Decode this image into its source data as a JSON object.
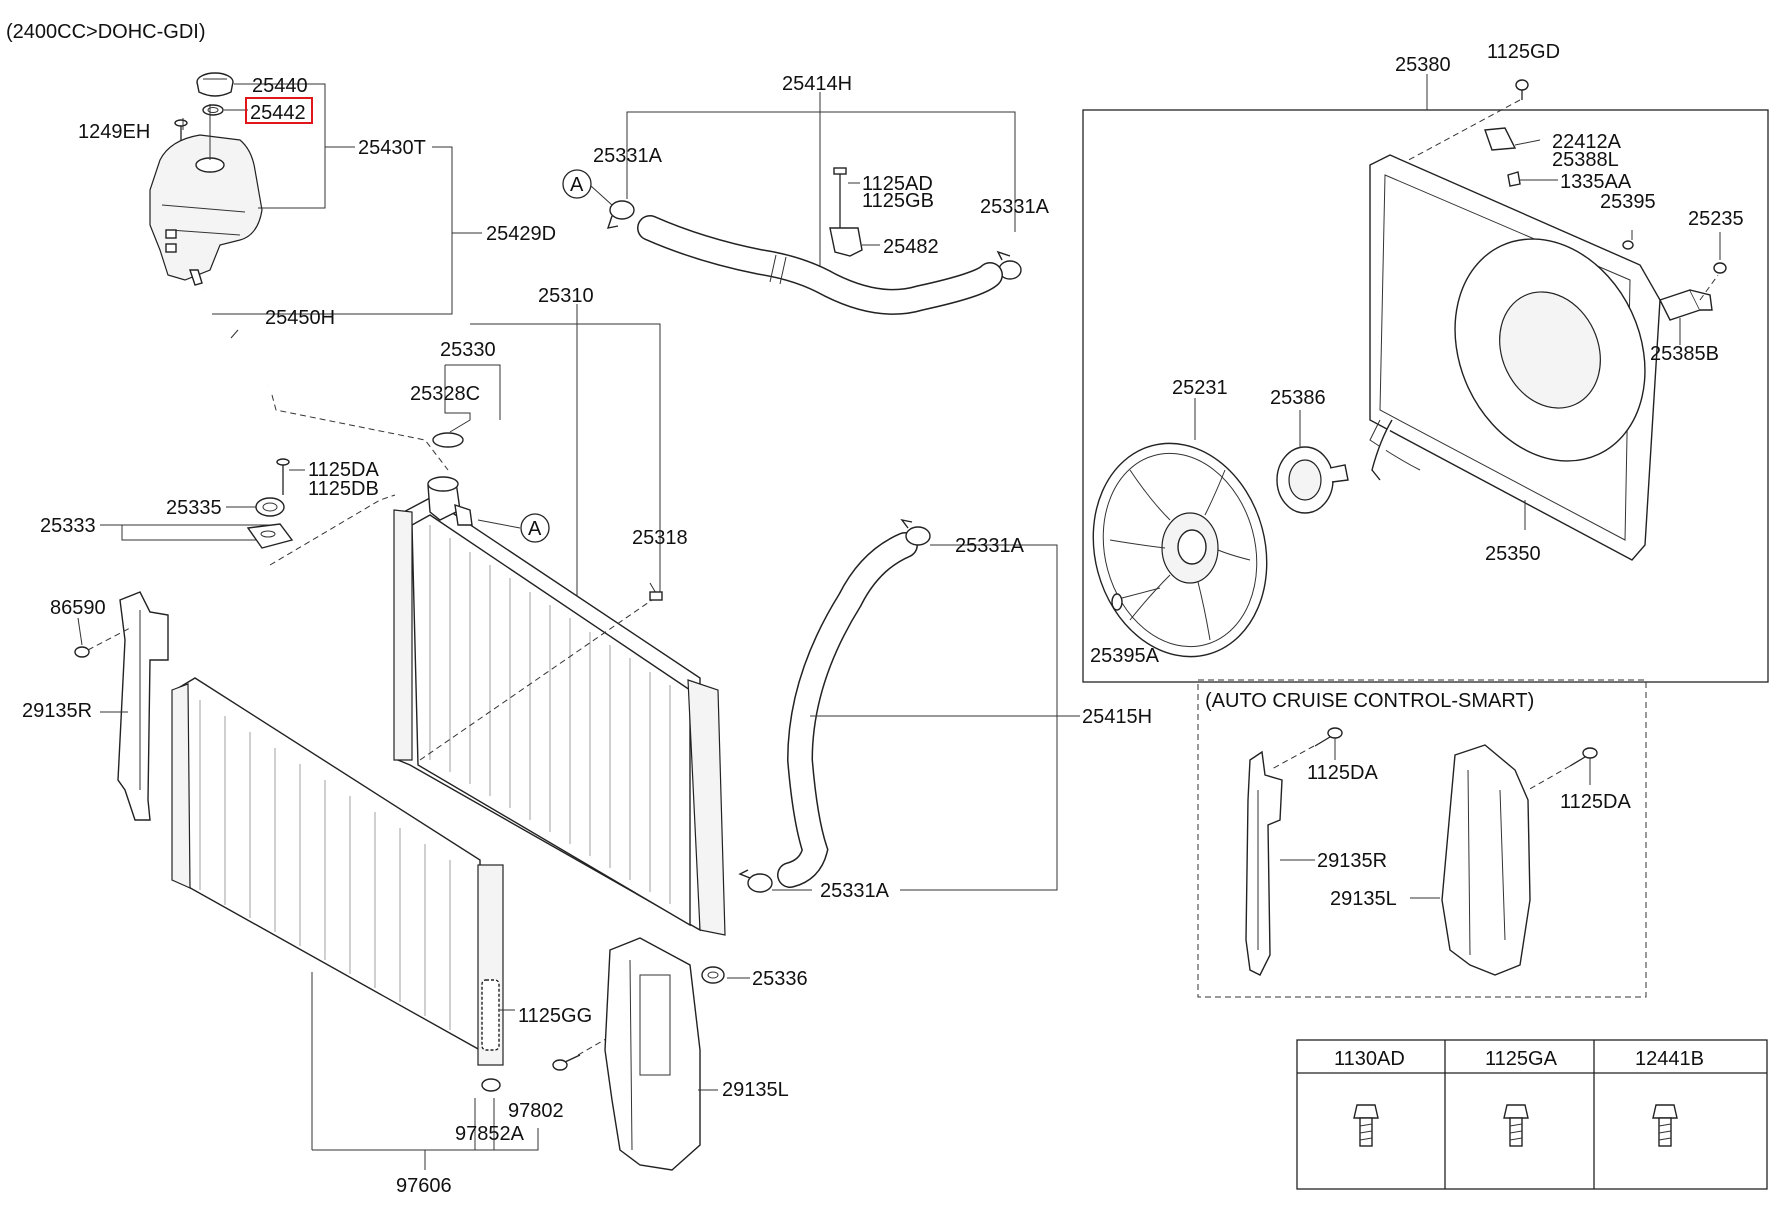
{
  "header": "(2400CC>DOHC-GDI)",
  "highlight_color": "#e0161b",
  "labels": {
    "p25440": "25440",
    "p25442": "25442",
    "p1249EH": "1249EH",
    "p25430T": "25430T",
    "p25429D": "25429D",
    "p25450H": "25450H",
    "p25414H": "25414H",
    "p25331A_1": "25331A",
    "p25331A_2": "25331A",
    "p25331A_3": "25331A",
    "p25331A_4": "25331A",
    "p1125AD": "1125AD",
    "p1125GB": "1125GB",
    "p25482": "25482",
    "p25310": "25310",
    "p25330": "25330",
    "p25328C": "25328C",
    "p1125DA_1": "1125DA",
    "p1125DB": "1125DB",
    "p25335": "25335",
    "p25333": "25333",
    "p25318": "25318",
    "p86590": "86590",
    "p29135R_1": "29135R",
    "p25415H": "25415H",
    "p25336": "25336",
    "p1125GG": "1125GG",
    "p97802": "97802",
    "p97852A": "97852A",
    "p29135L_1": "29135L",
    "p97606": "97606",
    "p25380": "25380",
    "p1125GD": "1125GD",
    "p22412A": "22412A",
    "p25388L": "25388L",
    "p1335AA": "1335AA",
    "p25395": "25395",
    "p25235": "25235",
    "p25385B": "25385B",
    "p25231": "25231",
    "p25386": "25386",
    "p25350": "25350",
    "p25395A": "25395A",
    "auto_cruise": "(AUTO CRUISE CONTROL-SMART)",
    "p1125DA_2": "1125DA",
    "p1125DA_3": "1125DA",
    "p29135R_2": "29135R",
    "p29135L_2": "29135L",
    "refA_1": "A",
    "refA_2": "A"
  },
  "fastener_table": {
    "headers": [
      "1130AD",
      "1125GA",
      "12441B"
    ]
  }
}
